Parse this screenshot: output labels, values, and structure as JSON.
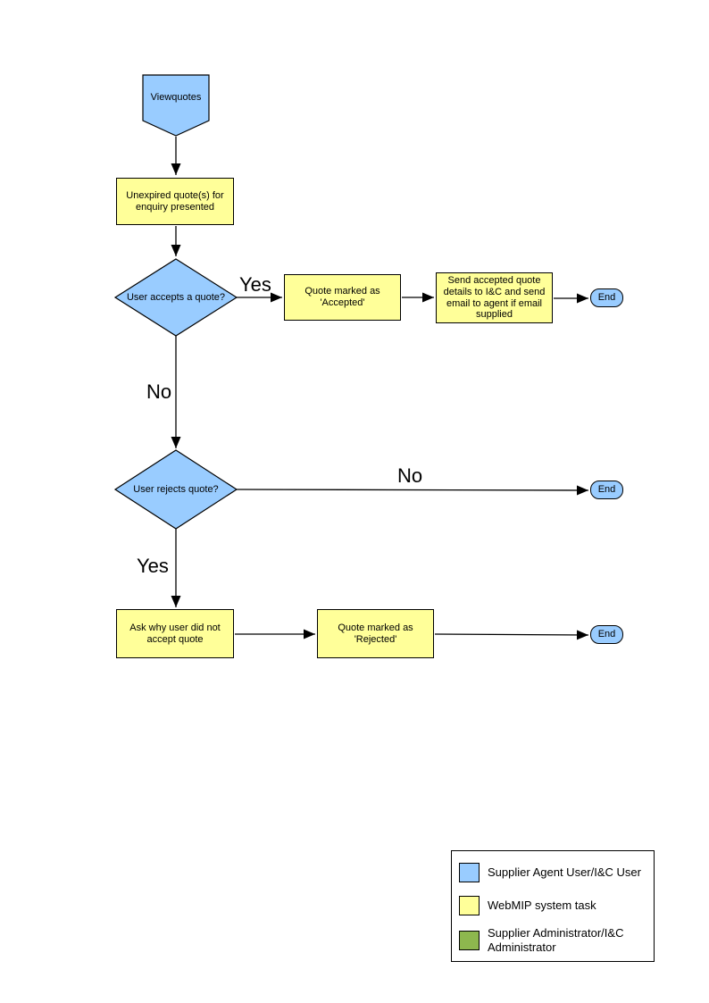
{
  "flowchart": {
    "nodes": {
      "viewquotes": {
        "label": "Viewquotes"
      },
      "unexpired": {
        "label": "Unexpired quote(s) for enquiry presented"
      },
      "accepts": {
        "label": "User accepts a quote?"
      },
      "accepted": {
        "label": "Quote  marked as 'Accepted'"
      },
      "send_details": {
        "label": "Send accepted quote details to I&C and send email to agent if email supplied"
      },
      "end1": {
        "label": "End"
      },
      "rejects": {
        "label": "User rejects quote?"
      },
      "end2": {
        "label": "End"
      },
      "ask_why": {
        "label": "Ask why user did not accept quote"
      },
      "rejected": {
        "label": "Quote  marked as 'Rejected'"
      },
      "end3": {
        "label": "End"
      }
    },
    "edges": {
      "accept_yes": "Yes",
      "accept_no": "No",
      "reject_no": "No",
      "reject_yes": "Yes"
    },
    "colors": {
      "actor": "#99CCFF",
      "task": "#FFFF99",
      "admin": "#8DB74E",
      "line": "#000000"
    }
  },
  "legend": {
    "items": [
      {
        "color": "#99CCFF",
        "label": "Supplier Agent User/I&C User"
      },
      {
        "color": "#FFFF99",
        "label": "WebMIP system task"
      },
      {
        "color": "#8DB74E",
        "label": "Supplier Administrator/I&C Administrator"
      }
    ]
  }
}
